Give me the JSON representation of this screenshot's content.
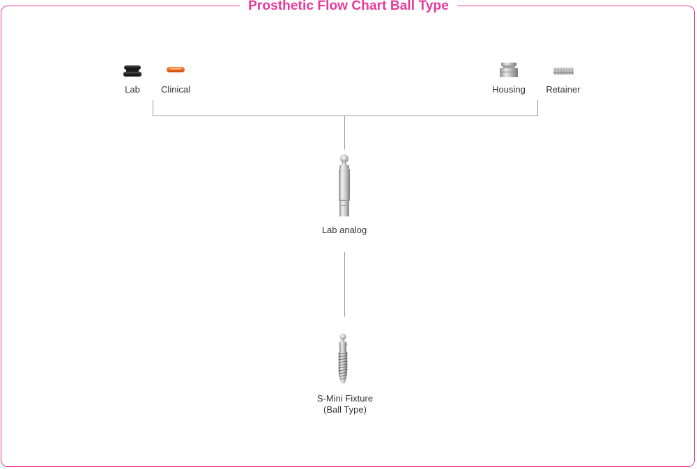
{
  "title": "Prosthetic Flow Chart Ball Type",
  "colors": {
    "accent": "#e8389b",
    "line": "#9a9a9a"
  },
  "top_items": [
    {
      "label": "Lab",
      "icon": "black-cap-icon"
    },
    {
      "label": "Clinical",
      "icon": "orange-cap-icon"
    },
    {
      "label": "Housing",
      "icon": "metal-housing-icon"
    },
    {
      "label": "Retainer",
      "icon": "retainer-ring-icon"
    }
  ],
  "lab_analog": {
    "label": "Lab analog",
    "icon": "lab-analog-icon"
  },
  "fixture": {
    "label_line1": "S-Mini Fixture",
    "label_line2": "(Ball Type)",
    "icon": "s-mini-fixture-icon"
  }
}
